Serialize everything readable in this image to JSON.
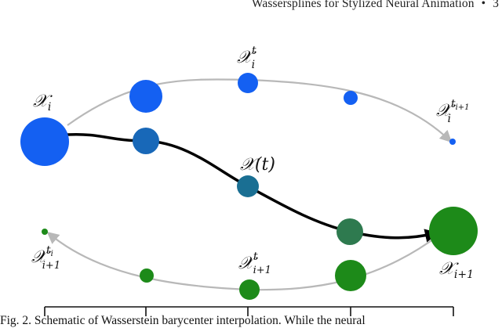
{
  "header": {
    "running_title": "Wassersplines for Stylized Neural Animation",
    "separator": "•",
    "page_number": "3"
  },
  "figure": {
    "labels": {
      "x_i": {
        "base": "𝒳",
        "sub": "i"
      },
      "x_i_t": {
        "base": "𝒳",
        "sub": "i",
        "sup": "t"
      },
      "x_i_t_next": {
        "base": "𝒳",
        "sub": "i",
        "sup": "t",
        "sup_sub": "i+1"
      },
      "x_t": {
        "base": "𝒳",
        "arg": "(t)"
      },
      "x_next": {
        "base": "𝒳",
        "sub": "i+1"
      },
      "x_next_ti": {
        "base": "𝒳",
        "sub": "i+1",
        "sup": "t",
        "sup_sub": "i"
      },
      "x_next_t": {
        "base": "𝒳",
        "sub": "i+1",
        "sup": "t"
      }
    },
    "colors": {
      "blue": "#1460f2",
      "teal_mid": "#1a6f93",
      "green_dark": "#2e7a4f",
      "green": "#1d8a19",
      "arrow_gray": "#b8b8b8",
      "spline": "#000000"
    }
  },
  "caption": "Fig. 2.  Schematic of Wasserstein barycenter interpolation. While the neural"
}
